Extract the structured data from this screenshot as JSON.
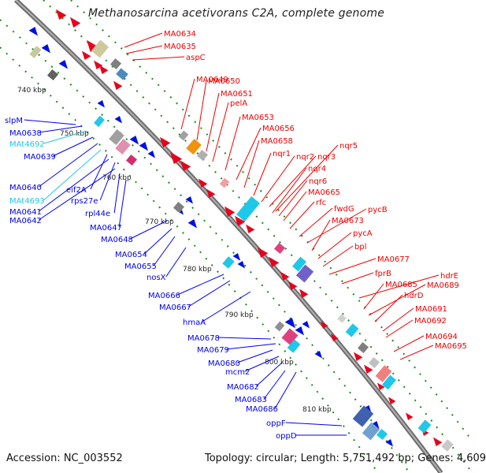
{
  "title": "Methanosarcina acetivorans C2A, complete genome",
  "accession": "Accession: NC_003552",
  "topology": "Topology: circular; Length: 5,751,492 bp; Genes: 4,609",
  "colors": {
    "forward": "#e8001c",
    "reverse": "#0010e0",
    "rna": "#1ec8e8",
    "backbone": "#888888",
    "kbp_tick": "#1a8a1a",
    "link_fwd": "#ee0000",
    "link_rev": "#0000ee"
  },
  "kbp_labels": [
    "740 kbp",
    "750 kbp",
    "760 kbp",
    "770 kbp",
    "780 kbp",
    "790 kbp",
    "800 kbp",
    "810 kbp"
  ],
  "forward_genes": [
    "MA0634",
    "MA0635",
    "aspC",
    "MA0649",
    "MA0650",
    "MA0651",
    "pelA",
    "MA0653",
    "MA0656",
    "MA0658",
    "nqr1",
    "nqr2",
    "nqr3",
    "nqr5",
    "nqr4",
    "nqr6",
    "MA0665",
    "rfc",
    "fwdG",
    "pycB",
    "MA0673",
    "pycA",
    "bpl",
    "MA0677",
    "fprB",
    "hdrE",
    "MA0685",
    "MA0689",
    "hdrD",
    "MA0691",
    "MA0692",
    "MA0694",
    "MA0695"
  ],
  "reverse_genes": [
    "slpM",
    "MA0638",
    "MAt4692",
    "MA0639",
    "MA0640",
    "MAt4693",
    "eif2A",
    "MA0641",
    "rps27e",
    "MA0642",
    "rpl44e",
    "MA0647",
    "MA0648",
    "MA0654",
    "MA0655",
    "nosX",
    "MA0666",
    "MA0667",
    "hmaA",
    "MA0678",
    "MA0679",
    "MA0680",
    "mcm2",
    "MA0682",
    "MA0683",
    "MA0686",
    "oppF",
    "oppD"
  ]
}
